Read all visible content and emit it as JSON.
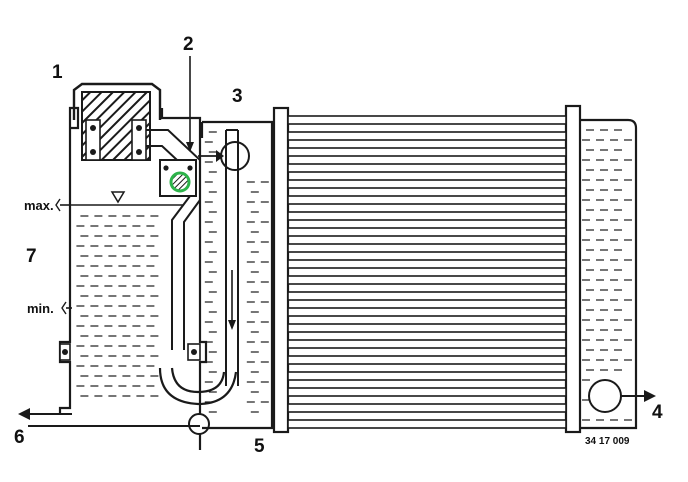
{
  "callouts": {
    "c1": "1",
    "c2": "2",
    "c3": "3",
    "c4": "4",
    "c5": "5",
    "c6": "6",
    "c7": "7"
  },
  "levels": {
    "max": "max.",
    "min": "min."
  },
  "figure_code": "34 17 009",
  "colors": {
    "ink": "#1a1a1a",
    "valve_highlight": "#2db34a",
    "paper": "#ffffff"
  }
}
